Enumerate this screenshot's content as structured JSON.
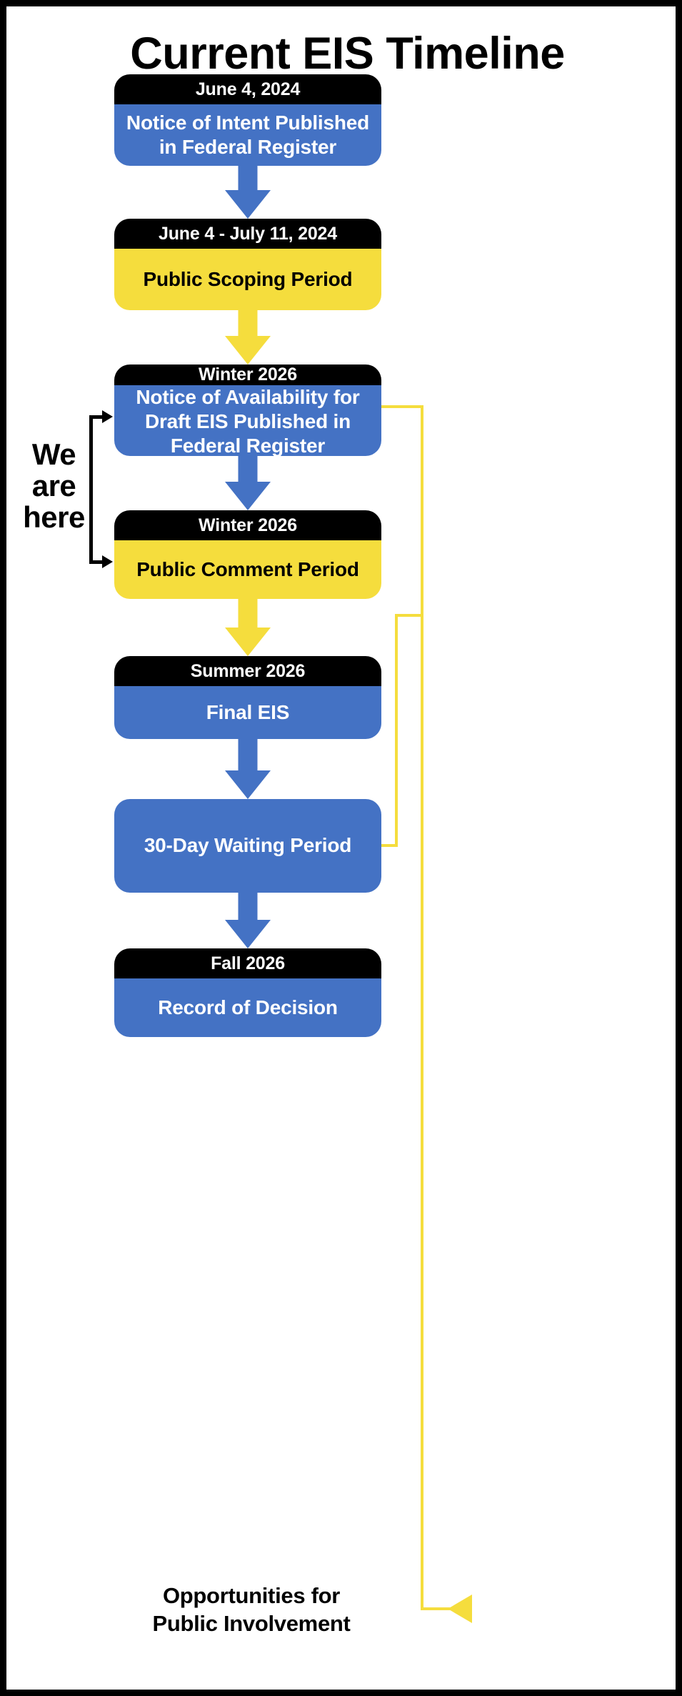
{
  "title": "Current EIS Timeline",
  "colors": {
    "blue": "#4472c4",
    "yellow": "#f5dd3d",
    "header": "#000000",
    "background": "#ffffff",
    "border": "#000000"
  },
  "annotation": {
    "we_are_here": "We\nare\nhere"
  },
  "caption": {
    "line1": "Opportunities for",
    "line2": "Public Involvement"
  },
  "chart_data": {
    "type": "diagram",
    "title": "Current EIS Timeline",
    "orientation": "vertical-flowchart",
    "nodes": [
      {
        "id": "noi",
        "date": "June 4, 2024",
        "label": "Notice of Intent Published in Federal Register",
        "color": "blue",
        "has_header": true
      },
      {
        "id": "scoping",
        "date": "June 4 - July 11, 2024",
        "label": "Public Scoping Period",
        "color": "yellow",
        "has_header": true,
        "public_involvement": true
      },
      {
        "id": "noa-draft",
        "date": "Winter 2026",
        "label": "Notice of Availability for Draft EIS Published in Federal Register",
        "color": "blue",
        "has_header": true,
        "current": true
      },
      {
        "id": "comment",
        "date": "Winter 2026",
        "label": "Public Comment Period",
        "color": "yellow",
        "has_header": true,
        "current": true,
        "public_involvement": true
      },
      {
        "id": "final-eis",
        "date": "Summer 2026",
        "label": "Final EIS",
        "color": "blue",
        "has_header": true
      },
      {
        "id": "waiting",
        "date": "",
        "label": "30-Day Waiting Period",
        "color": "blue",
        "has_header": false
      },
      {
        "id": "rod",
        "date": "Fall 2026",
        "label": "Record of Decision",
        "color": "blue",
        "has_header": true
      }
    ],
    "edges": [
      {
        "from": "noi",
        "to": "scoping",
        "color": "blue"
      },
      {
        "from": "scoping",
        "to": "noa-draft",
        "color": "yellow"
      },
      {
        "from": "noa-draft",
        "to": "comment",
        "color": "blue"
      },
      {
        "from": "comment",
        "to": "final-eis",
        "color": "yellow"
      },
      {
        "from": "final-eis",
        "to": "waiting",
        "color": "blue"
      },
      {
        "from": "waiting",
        "to": "rod",
        "color": "blue"
      },
      {
        "from": "scoping",
        "to": "public-involvement-caption",
        "color": "yellow",
        "routing": "right-side"
      },
      {
        "from": "comment",
        "to": "public-involvement-caption",
        "color": "yellow",
        "routing": "right-side"
      }
    ],
    "annotations": [
      {
        "text": "We are here",
        "points_to": [
          "noa-draft",
          "comment"
        ]
      },
      {
        "text": "Opportunities for Public Involvement",
        "from": [
          "scoping",
          "comment"
        ]
      }
    ]
  }
}
